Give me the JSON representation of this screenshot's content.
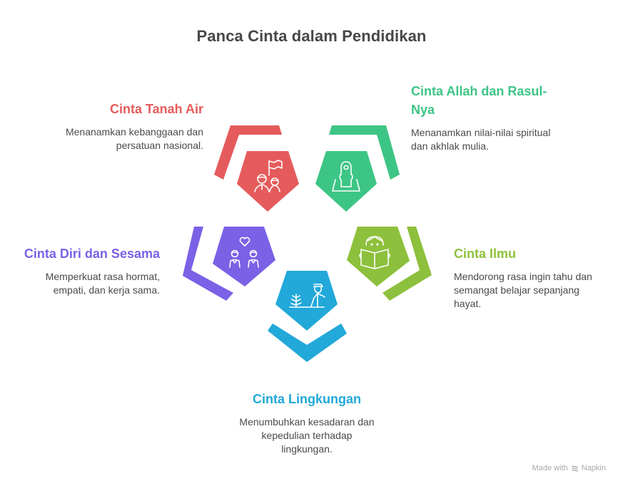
{
  "title": "Panca Cinta dalam Pendidikan",
  "items": [
    {
      "id": "tanah-air",
      "title": "Cinta Tanah Air",
      "description_lines": [
        "Menanamkan kebanggaan dan",
        "persatuan nasional."
      ],
      "color": "#E55B5B",
      "icon": "children-with-flag-icon"
    },
    {
      "id": "allah-rasul",
      "title_lines": [
        "Cinta Allah dan Rasul-",
        "Nya"
      ],
      "description_lines": [
        "Menanamkan nilai-nilai spiritual",
        "dan akhlak mulia."
      ],
      "color": "#3DC585",
      "icon": "person-praying-on-mat-icon"
    },
    {
      "id": "diri-sesama",
      "title": "Cinta Diri dan Sesama",
      "description_lines": [
        "Memperkuat rasa hormat,",
        "empati, dan kerja sama."
      ],
      "color": "#7B61E6",
      "icon": "two-people-with-heart-icon"
    },
    {
      "id": "ilmu",
      "title": "Cinta Ilmu",
      "description_lines": [
        "Mendorong rasa ingin tahu dan",
        "semangat belajar sepanjang",
        "hayat."
      ],
      "color": "#8DC03C",
      "icon": "child-reading-book-icon"
    },
    {
      "id": "lingkungan",
      "title": "Cinta Lingkungan",
      "description_lines": [
        "Menumbuhkan kesadaran dan",
        "kepedulian terhadap",
        "lingkungan."
      ],
      "color": "#22A8D9",
      "icon": "person-planting-tree-icon"
    }
  ],
  "footer": {
    "made_with": "Made with",
    "brand": "Napkin"
  }
}
